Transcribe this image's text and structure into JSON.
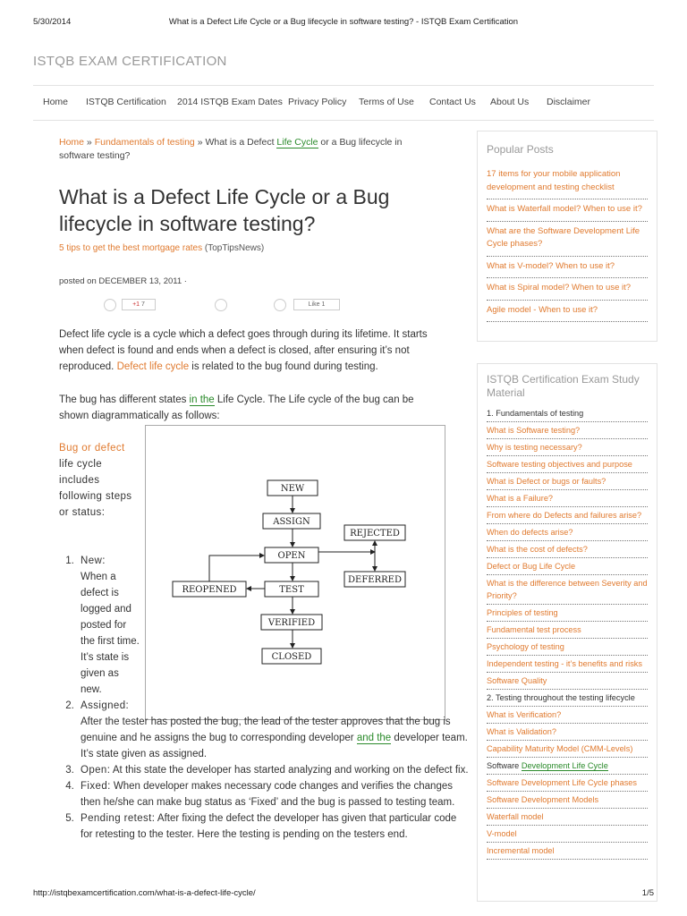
{
  "print_header": {
    "date": "5/30/2014",
    "title": "What is a Defect Life Cycle or a Bug lifecycle in software testing? - ISTQB Exam Certification"
  },
  "site": {
    "title": "ISTQB EXAM CERTIFICATION"
  },
  "nav": [
    "Home",
    "ISTQB Certification",
    "2014 ISTQB Exam Dates",
    "Privacy Policy",
    "Terms of Use",
    "Contact Us",
    "About Us",
    "Disclaimer"
  ],
  "breadcrumb": {
    "home": "Home",
    "sep1": " » ",
    "category": "Fundamentals of testing",
    "sep2": " » What is a Defect ",
    "link": "Life Cycle",
    "rest": " or a Bug lifecycle in software testing?"
  },
  "article": {
    "title": "What is a Defect Life Cycle or a Bug lifecycle in software testing?",
    "sponsored_link": "5 tips to get the best mortgage rates",
    "sponsored_source": " (TopTipsNews)",
    "posted": "posted on DECEMBER 13, 2011 ·",
    "share": {
      "gplus": "+1",
      "gplus_count": "7",
      "like": "Like",
      "like_count": "1"
    },
    "p1_a": "Defect life cycle is a cycle which a defect goes through during its lifetime. It starts when defect is found and ends when a defect is closed, after ensuring it’s not reproduced. ",
    "p1_link": "Defect life cycle",
    "p1_b": " is related to the bug found during testing.",
    "p2_a": "The bug has different states ",
    "p2_link": "in the",
    "p2_b": " Life Cycle. The Life cycle of the bug can be shown diagrammatically as follows:",
    "side_link": "Bug or defect",
    "side_text": "life cycle includes following steps or status:",
    "states": [
      {
        "label": "New:",
        "text": " When a defect is logged and posted for the first time. It’s state is given as new."
      },
      {
        "label": "Assigned:",
        "text_a": " After the tester has posted the bug, the lead of the tester approves that the bug is genuine and he assigns the bug to corresponding developer ",
        "link": "and the",
        "text_b": " developer team. It’s state given as assigned."
      },
      {
        "label": "Open:",
        "text": "  At  this state the developer has started analyzing and working on the defect fix."
      },
      {
        "label": "Fixed:",
        "text": "  When developer makes necessary code changes and verifies the changes then he/she can make bug status as ‘Fixed’ and the bug is passed to testing team."
      },
      {
        "label": "Pending retest:",
        "text": "  After fixing the defect the developer has given that particular code for retesting to the tester. Here the testing is pending on the testers end."
      }
    ]
  },
  "diagram": {
    "nodes": [
      "NEW",
      "ASSIGN",
      "OPEN",
      "TEST",
      "VERIFIED",
      "CLOSED",
      "REJECTED",
      "DEFERRED",
      "REOPENED"
    ]
  },
  "popular_posts": {
    "heading": "Popular Posts",
    "items": [
      "17 items for your mobile application development and testing checklist",
      "What is Waterfall model? When to use it?",
      "What are the Software Development Life Cycle phases?",
      "What is V-model? When to use it?",
      "What is Spiral model? When to use it?",
      "Agile model - When to use it?"
    ]
  },
  "study": {
    "heading": "ISTQB Certification Exam Study Material",
    "sec1": "1. Fundamentals of testing",
    "items1": [
      "What is Software testing?",
      "Why is testing necessary?",
      "Software testing objectives and purpose",
      "What is Defect or bugs or faults?",
      "What is a Failure?",
      "From where do Defects and failures arise?",
      "When do defects arise?",
      "What is the cost of defects?",
      "Defect or Bug Life Cycle",
      "What is the difference between Severity and Priority?",
      "Principles of testing",
      "Fundamental test process",
      "Psychology of testing",
      "Independent testing - it’s benefits and risks",
      "Software Quality"
    ],
    "sec2": "2. Testing throughout the testing lifecycle",
    "items2a": [
      "What is Verification?",
      "What is Validation?",
      "Capability Maturity Model (CMM-Levels)"
    ],
    "sdlc_prefix": "Software ",
    "sdlc_link": "Development Life Cycle",
    "items2b": [
      "Software Development Life Cycle phases",
      "Software Development Models",
      "Waterfall model",
      "V-model",
      "Incremental model"
    ]
  },
  "print_footer": {
    "url": "http://istqbexamcertification.com/what-is-a-defect-life-cycle/",
    "page": "1/5"
  }
}
